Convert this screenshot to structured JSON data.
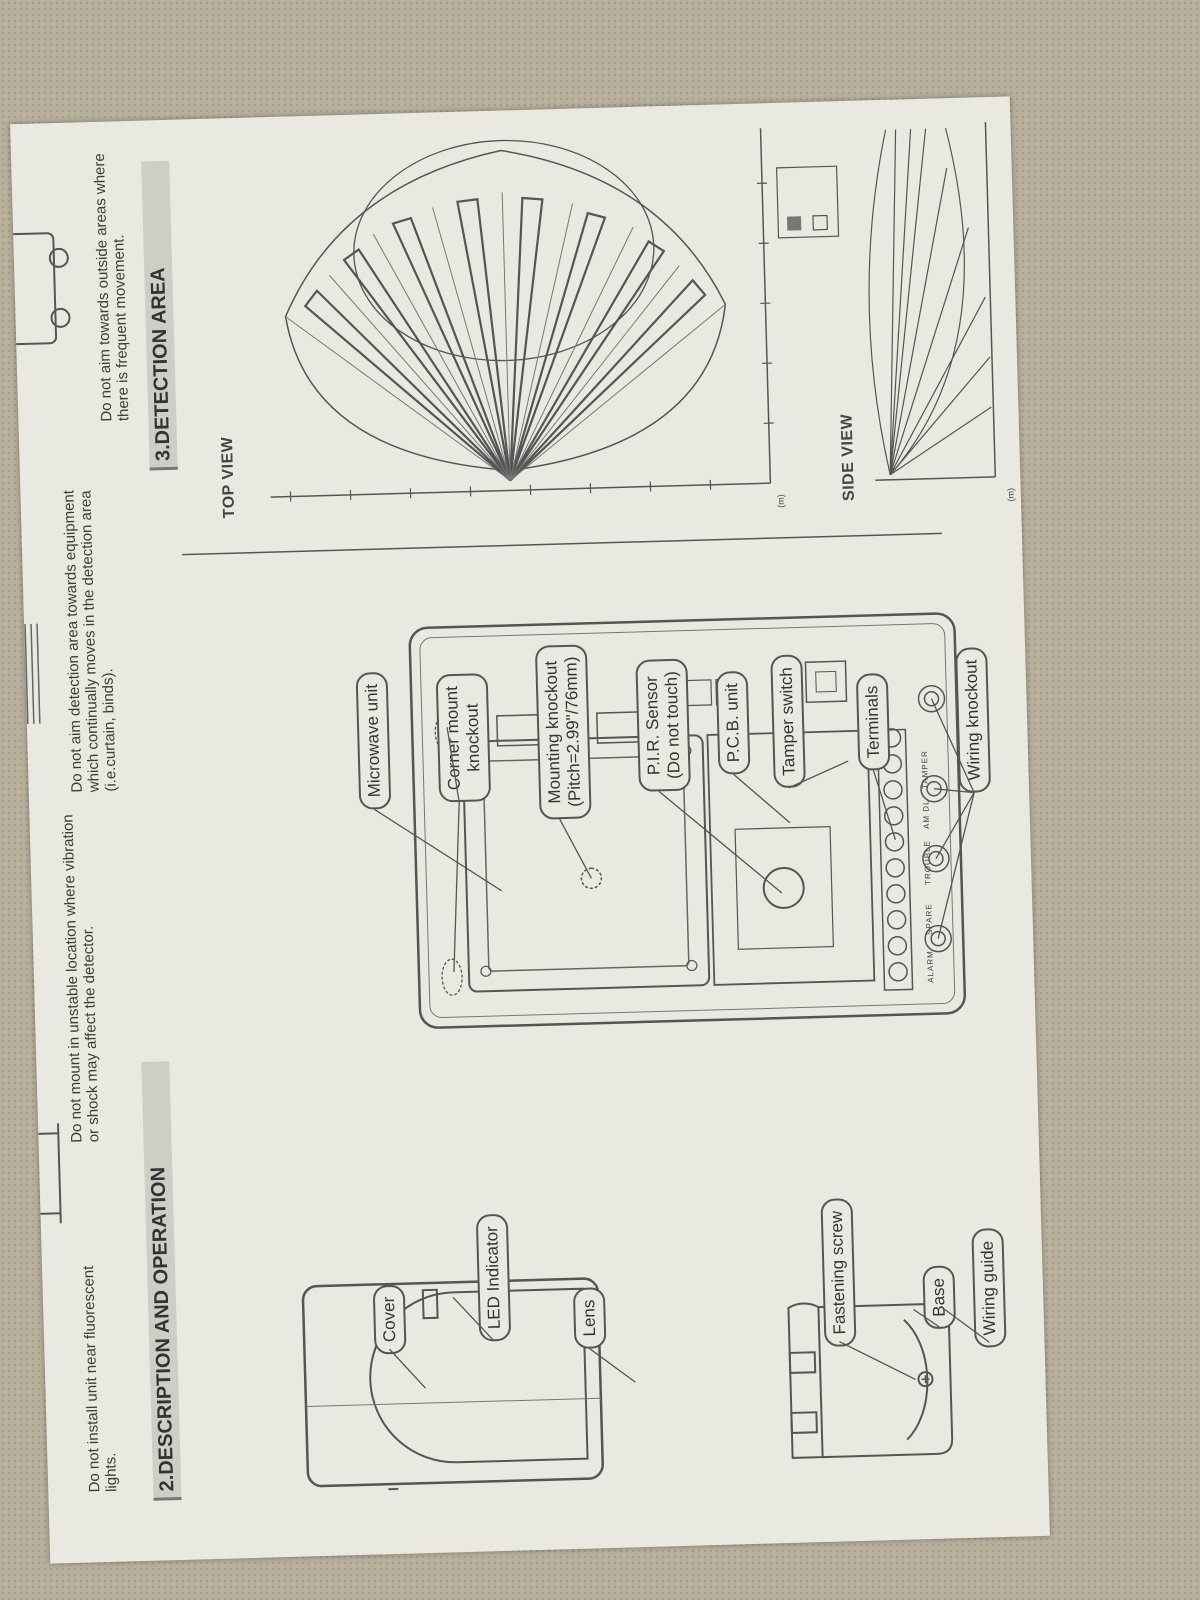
{
  "notes": {
    "fluorescent": "Do not install unit near fluorescent lights.",
    "unstable": "Do not mount in unstable location where vibration or shock may affect the detector.",
    "equipment": "Do not aim detection area towards equipment which continually moves in the detection area (i.e.curtain, binds).",
    "outside": "Do not aim towards outside areas where there is frequent movement."
  },
  "sections": {
    "description": "2.DESCRIPTION AND OPERATION",
    "detection": "3.DETECTION AREA"
  },
  "views": {
    "top": "TOP VIEW",
    "side": "SIDE VIEW"
  },
  "cover_labels": {
    "cover": "Cover",
    "led": "LED Indicator",
    "lens": "Lens",
    "fastening_screw": "Fastening screw",
    "base": "Base",
    "wiring_guide": "Wiring guide"
  },
  "board_labels": {
    "microwave": "Microwave unit",
    "corner_line1": "Corner mount",
    "corner_line2": "knockout",
    "mounting_line1": "Mounting knockout",
    "mounting_line2": "(Pitch=2.99\"/76mm)",
    "pir_line1": "P.I.R. Sensor",
    "pir_line2": "(Do not touch)",
    "pcb": "P.C.B. unit",
    "tamper": "Tamper switch",
    "terminals": "Terminals",
    "wiring_knockout": "Wiring knockout"
  },
  "terminal_labels": {
    "alarm": "ALARM",
    "spare": "SPARE",
    "trouble": "TROUBLE",
    "am_dl": "AM DL",
    "tamper": "TAMPER"
  },
  "units": {
    "m": "(m)"
  }
}
